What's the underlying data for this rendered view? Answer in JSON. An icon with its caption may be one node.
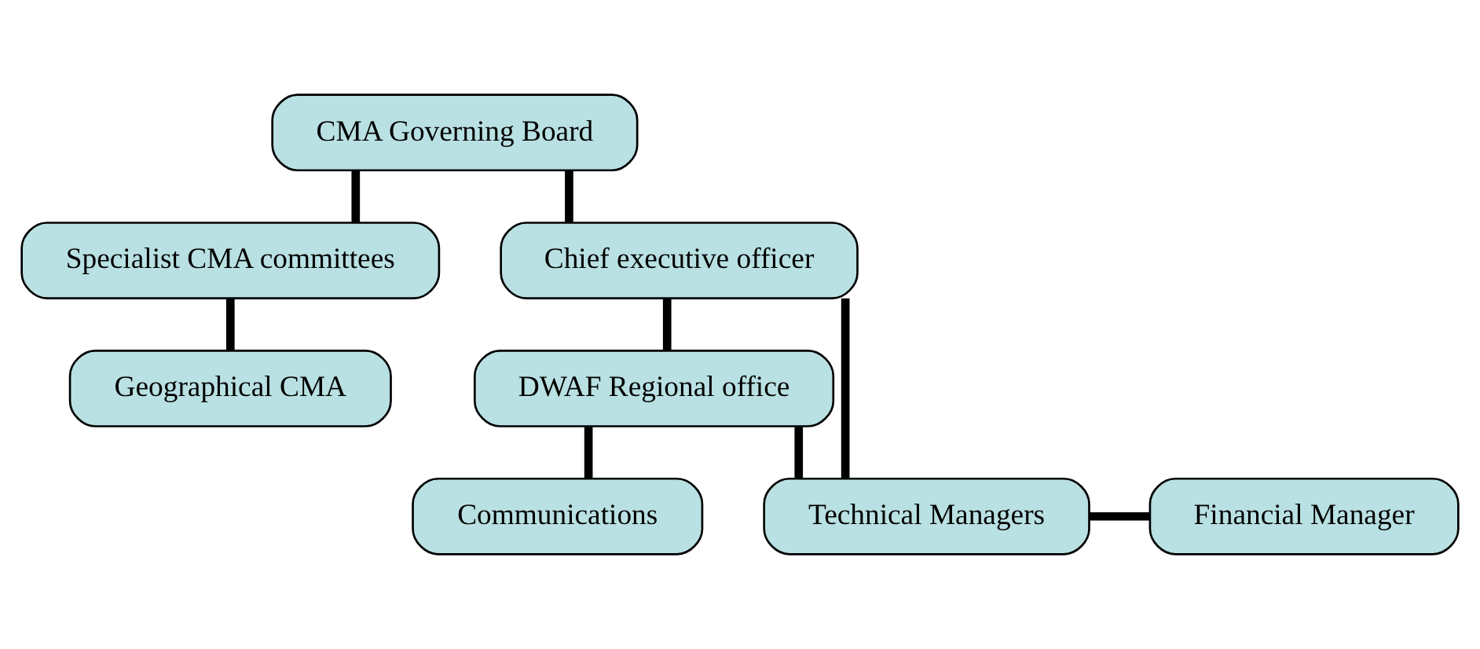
{
  "diagram": {
    "nodes": [
      {
        "text": [
          "CMA Governing Board"
        ]
      },
      {
        "text": [
          "Specialist CMA committees"
        ]
      },
      {
        "text": [
          "Geographical CMA"
        ]
      },
      {
        "text": [
          "Chief executive officer"
        ]
      },
      {
        "text": [
          "DWAF Regional office"
        ]
      },
      {
        "text": [
          "Communications"
        ]
      },
      {
        "text": [
          "Technical Managers"
        ]
      },
      {
        "text": [
          "Financial Manager"
        ]
      }
    ],
    "edges": [
      {
        "from": 0,
        "to": 1,
        "arrow": "none"
      },
      {
        "from": 0,
        "to": 3,
        "arrow": "none"
      },
      {
        "from": 1,
        "to": 2,
        "arrow": "none"
      },
      {
        "from": 3,
        "to": 4,
        "arrow": "none"
      },
      {
        "from": 3,
        "to": 6,
        "arrow": "none"
      },
      {
        "from": 4,
        "to": 5,
        "arrow": "none"
      },
      {
        "from": 4,
        "to": 6,
        "arrow": "none"
      },
      {
        "from": 6,
        "to": 7,
        "arrow": "none"
      }
    ]
  }
}
